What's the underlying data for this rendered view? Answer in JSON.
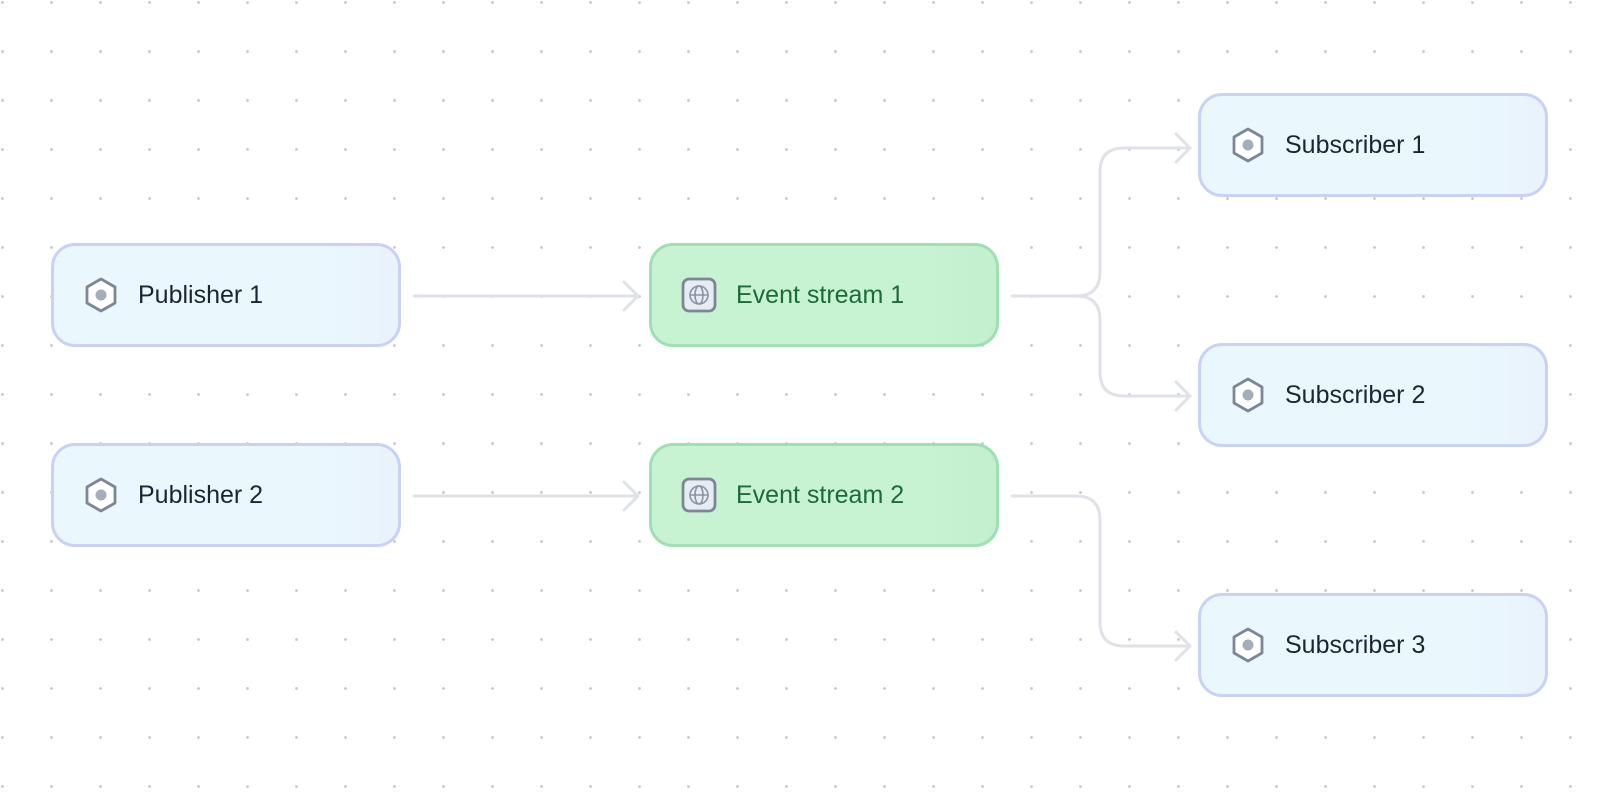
{
  "colors": {
    "service_border": "#c8d2f7",
    "service_fill": "#eaf7fd",
    "stream_border": "#9fe0b3",
    "stream_fill": "#c8f3d3",
    "edge": "#dfe2e7"
  },
  "nodes": {
    "publisher_1": {
      "label": "Publisher 1",
      "icon": "hexagon-icon"
    },
    "publisher_2": {
      "label": "Publisher 2",
      "icon": "hexagon-icon"
    },
    "event_stream_1": {
      "label": "Event stream 1",
      "icon": "globe-icon"
    },
    "event_stream_2": {
      "label": "Event stream 2",
      "icon": "globe-icon"
    },
    "subscriber_1": {
      "label": "Subscriber 1",
      "icon": "hexagon-icon"
    },
    "subscriber_2": {
      "label": "Subscriber 2",
      "icon": "hexagon-icon"
    },
    "subscriber_3": {
      "label": "Subscriber 3",
      "icon": "hexagon-icon"
    }
  },
  "edges": [
    {
      "from": "publisher_1",
      "to": "event_stream_1"
    },
    {
      "from": "publisher_2",
      "to": "event_stream_2"
    },
    {
      "from": "event_stream_1",
      "to": "subscriber_1"
    },
    {
      "from": "event_stream_1",
      "to": "subscriber_2"
    },
    {
      "from": "event_stream_2",
      "to": "subscriber_3"
    }
  ]
}
